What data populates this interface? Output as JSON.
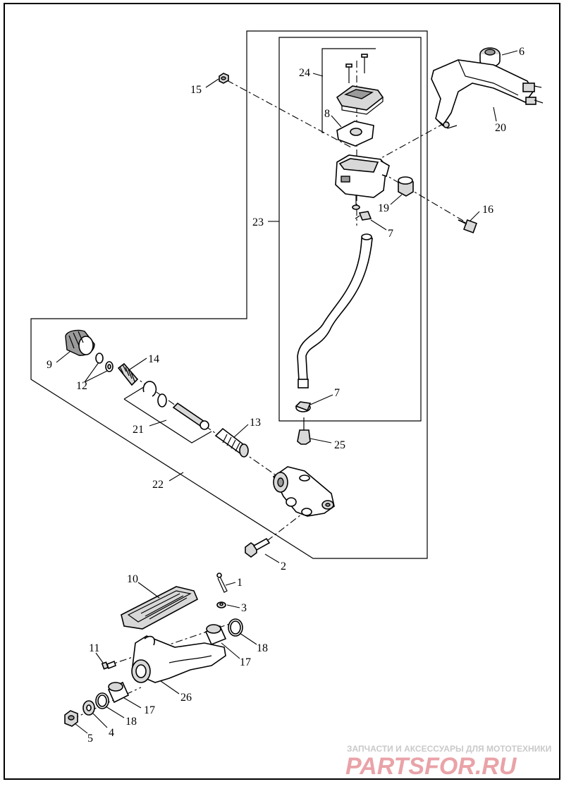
{
  "diagram": {
    "labels": [
      {
        "id": "1",
        "text": "1"
      },
      {
        "id": "2",
        "text": "2"
      },
      {
        "id": "3",
        "text": "3"
      },
      {
        "id": "4",
        "text": "4"
      },
      {
        "id": "5",
        "text": "5"
      },
      {
        "id": "6",
        "text": "6"
      },
      {
        "id": "7a",
        "text": "7"
      },
      {
        "id": "7b",
        "text": "7"
      },
      {
        "id": "8",
        "text": "8"
      },
      {
        "id": "9",
        "text": "9"
      },
      {
        "id": "10",
        "text": "10"
      },
      {
        "id": "11",
        "text": "11"
      },
      {
        "id": "12",
        "text": "12"
      },
      {
        "id": "13",
        "text": "13"
      },
      {
        "id": "14",
        "text": "14"
      },
      {
        "id": "15",
        "text": "15"
      },
      {
        "id": "16",
        "text": "16"
      },
      {
        "id": "17a",
        "text": "17"
      },
      {
        "id": "17b",
        "text": "17"
      },
      {
        "id": "18a",
        "text": "18"
      },
      {
        "id": "18b",
        "text": "18"
      },
      {
        "id": "19",
        "text": "19"
      },
      {
        "id": "20",
        "text": "20"
      },
      {
        "id": "21",
        "text": "21"
      },
      {
        "id": "22",
        "text": "22"
      },
      {
        "id": "23",
        "text": "23"
      },
      {
        "id": "24",
        "text": "24"
      },
      {
        "id": "25",
        "text": "25"
      },
      {
        "id": "26",
        "text": "26"
      }
    ]
  },
  "watermark": {
    "tagline": "ЗАПЧАСТИ И АКСЕССУАРЫ ДЛЯ МОТОТЕХНИКИ",
    "brand": "PARTSFOR.RU",
    "brand_color": "#e9a3a8"
  }
}
